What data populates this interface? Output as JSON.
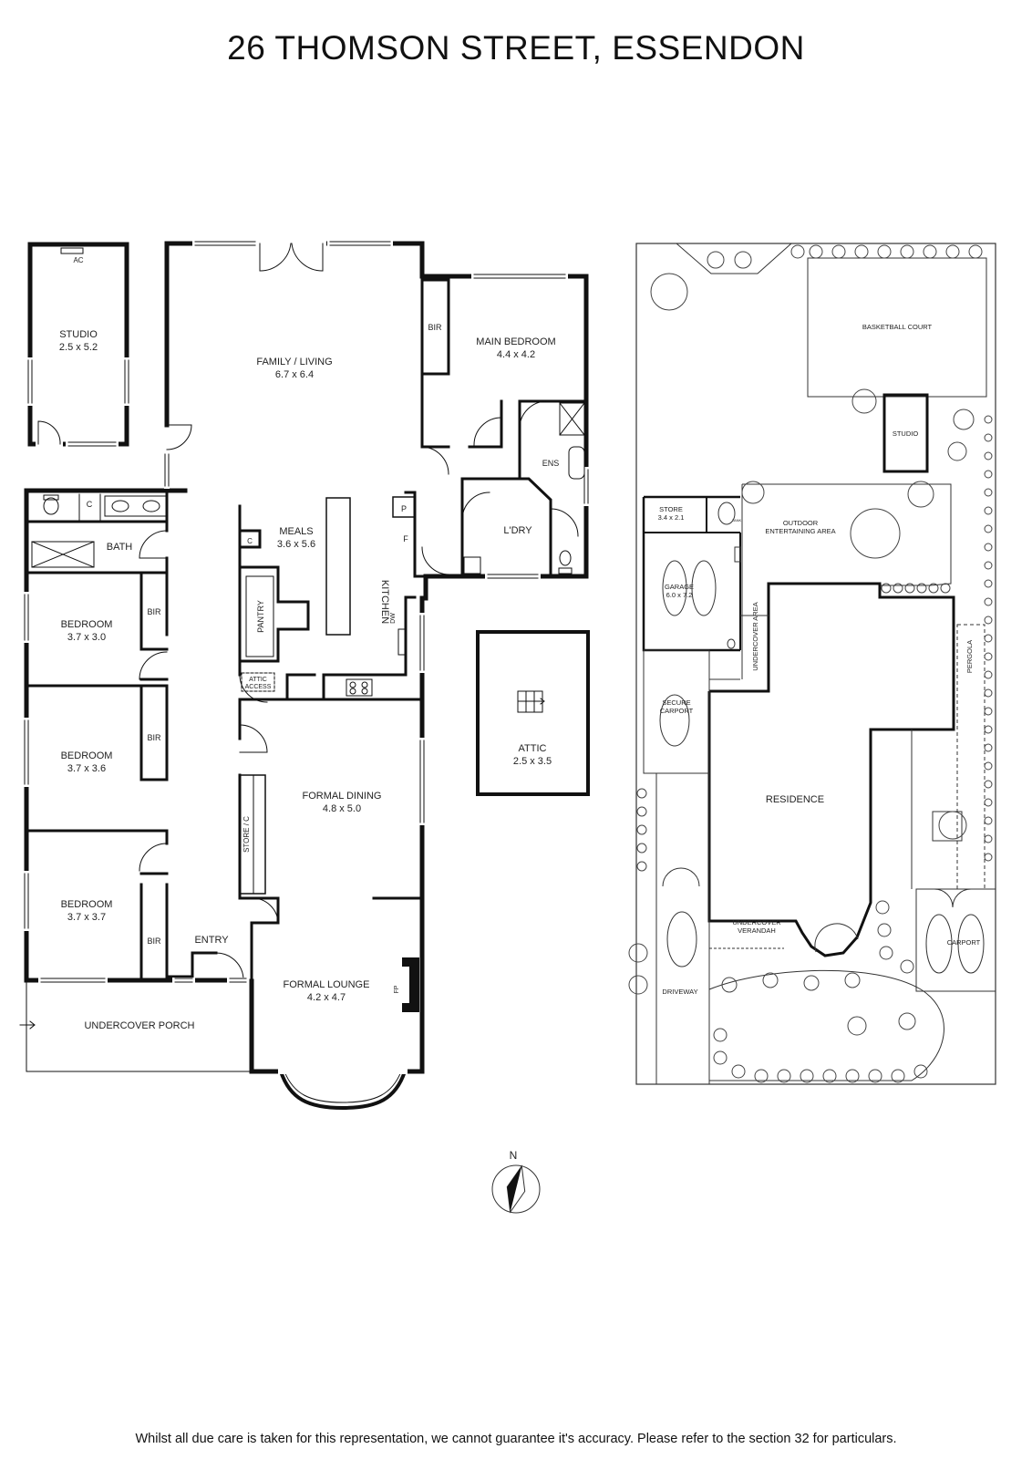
{
  "title": "26 THOMSON STREET, ESSENDON",
  "disclaimer": "Whilst all due care is taken for this representation, we cannot guarantee it's accuracy. Please refer to the section 32 for particulars.",
  "floor_plan": {
    "rooms": {
      "studio": {
        "name": "STUDIO",
        "size": "2.5 x 5.2"
      },
      "ac": "AC",
      "family": {
        "name": "FAMILY / LIVING",
        "size": "6.7 x 6.4"
      },
      "main_bed": {
        "name": "MAIN BEDROOM",
        "size": "4.4 x 4.2"
      },
      "bir_main": "BIR",
      "ens": "ENS",
      "ldry": "L'DRY",
      "p": "P",
      "f": "F",
      "bath": "BATH",
      "c_bath": "C",
      "bed1": {
        "name": "BEDROOM",
        "size": "3.7 x 3.0"
      },
      "bir1": "BIR",
      "bed2": {
        "name": "BEDROOM",
        "size": "3.7 x 3.6"
      },
      "bir2": "BIR",
      "bed3": {
        "name": "BEDROOM",
        "size": "3.7 x 3.7"
      },
      "bir3": "BIR",
      "meals": {
        "name": "MEALS",
        "size": "3.6 x 5.6"
      },
      "c_meals": "C",
      "pantry": "PANTRY",
      "kitchen": "KITCHEN",
      "dw": "DW",
      "attic_access_1": "ATTIC",
      "attic_access_2": "ACCESS",
      "attic": {
        "name": "ATTIC",
        "size": "2.5 x 3.5"
      },
      "dining": {
        "name": "FORMAL DINING",
        "size": "4.8 x 5.0"
      },
      "store_c": "STORE / C",
      "entry": "ENTRY",
      "lounge": {
        "name": "FORMAL LOUNGE",
        "size": "4.2 x 4.7"
      },
      "fp": "FP",
      "porch": "UNDERCOVER PORCH"
    }
  },
  "site_plan": {
    "basketball": "BASKETBALL COURT",
    "studio": "STUDIO",
    "store": {
      "name": "STORE",
      "size": "3.4 x 2.1"
    },
    "tank": "TANK",
    "outdoor_1": "OUTDOOR",
    "outdoor_2": "ENTERTAINING AREA",
    "garage": {
      "name": "GARAGE",
      "size": "6.0 x 7.2"
    },
    "undercover_area": "UNDERCOVER AREA",
    "pergola": "PERGOLA",
    "secure_carport_1": "SECURE",
    "secure_carport_2": "CARPORT",
    "residence": "RESIDENCE",
    "verandah_1": "UNDERCOVER",
    "verandah_2": "VERANDAH",
    "carport": "CARPORT",
    "driveway": "DRIVEWAY"
  },
  "compass": "N"
}
